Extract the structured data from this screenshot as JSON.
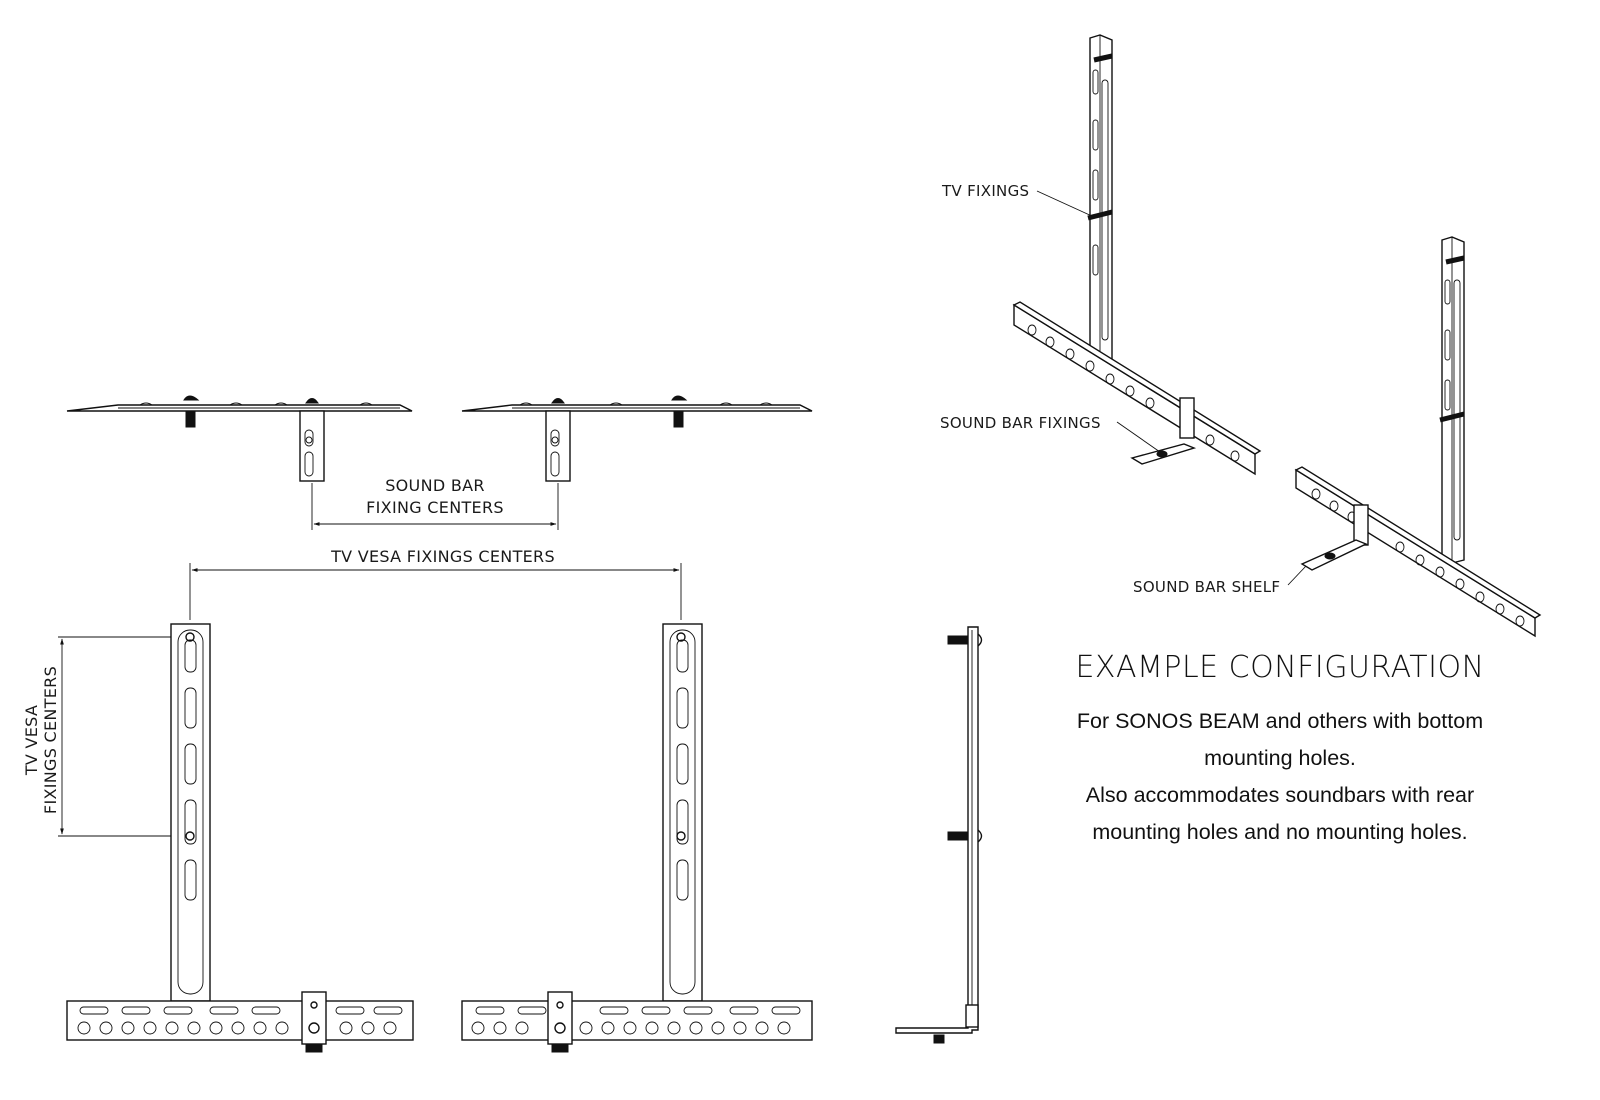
{
  "labels": {
    "sound_bar_fixing_centers_1": "SOUND BAR",
    "sound_bar_fixing_centers_2": "FIXING CENTERS",
    "tv_vesa_fixings_centers": "TV VESA FIXINGS CENTERS",
    "tv_vesa_vertical_1": "TV VESA",
    "tv_vesa_vertical_2": "FIXINGS CENTERS",
    "tv_fixings": "TV FIXINGS",
    "sound_bar_fixings": "SOUND BAR FIXINGS",
    "sound_bar_shelf": "SOUND BAR SHELF"
  },
  "caption": {
    "title": "EXAMPLE CONFIGURATION",
    "line1": "For SONOS BEAM and others with bottom",
    "line2": "mounting holes.",
    "line3": "Also accommodates soundbars with rear",
    "line4": "mounting holes and no mounting holes."
  },
  "colors": {
    "line": "#111111",
    "background": "#ffffff"
  }
}
